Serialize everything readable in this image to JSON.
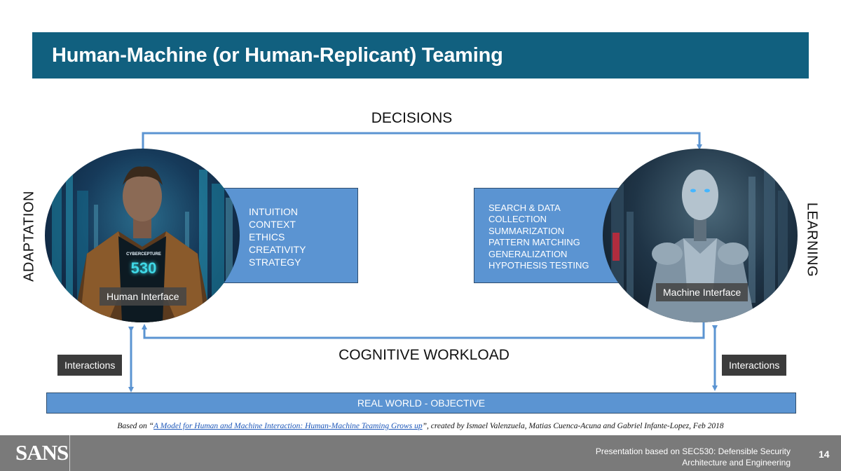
{
  "slide": {
    "title": "Human-Machine (or Human-Replicant) Teaming",
    "page_number": "14"
  },
  "diagram": {
    "top_label": "DECISIONS",
    "bottom_label": "COGNITIVE WORKLOAD",
    "left_label": "ADAPTATION",
    "right_label": "LEARNING",
    "human": {
      "interface_label": "Human Interface",
      "capabilities": [
        "INTUITION",
        "CONTEXT",
        "ETHICS",
        "CREATIVITY",
        "STRATEGY"
      ],
      "chest_text": "530",
      "chest_caption": "CYBERCEPTURE"
    },
    "machine": {
      "interface_label": "Machine Interface",
      "capabilities": [
        "SEARCH & DATA",
        "COLLECTION",
        "SUMMARIZATION",
        "PATTERN MATCHING",
        "GENERALIZATION",
        "HYPOTHESIS TESTING"
      ]
    },
    "interactions_left": "Interactions",
    "interactions_right": "Interactions",
    "objective": "REAL WORLD - OBJECTIVE",
    "colors": {
      "box_fill": "#5b94d2",
      "arrow": "#5b94d2",
      "title_bar": "#11607f"
    }
  },
  "citation": {
    "prefix": "Based on “",
    "link_text": "A Model for Human and Machine Interaction: Human-Machine Teaming Grows up",
    "suffix": "”, created by Ismael Valenzuela, Matias Cuenca-Acuna and Gabriel Infante-Lopez, Feb 2018"
  },
  "footer": {
    "logo": "SANS",
    "caption_line1": "Presentation based on SEC530: Defensible Security",
    "caption_line2": "Architecture and Engineering"
  }
}
